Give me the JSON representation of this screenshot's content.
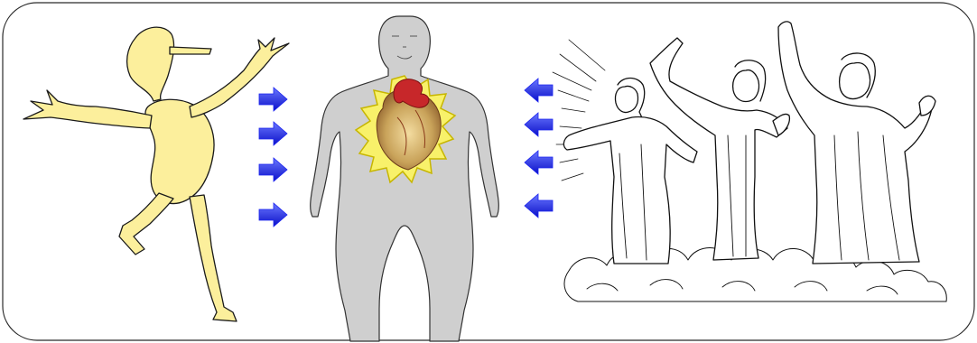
{
  "slide": {
    "panel": {
      "border_color": "#2b2b2b",
      "background": "#ffffff"
    },
    "left_figure": {
      "name": "dancing-figure-icon",
      "fill": "#fcef9c",
      "stroke": "#1a1a1a"
    },
    "center_figure": {
      "name": "human-body-icon",
      "fill": "#cfcfcf",
      "stroke": "#333333"
    },
    "heart": {
      "name": "heart-icon",
      "burst_fill": "#f8f16a",
      "burst_stroke": "#c7b600",
      "heart_fill": "#c9a35a",
      "aorta_fill": "#c7272a"
    },
    "right_figure": {
      "name": "praying-figures-illustration",
      "stroke": "#111111"
    },
    "arrows": {
      "color": "#1a22f0",
      "right_pointing_count": 4,
      "left_pointing_count": 4
    }
  }
}
